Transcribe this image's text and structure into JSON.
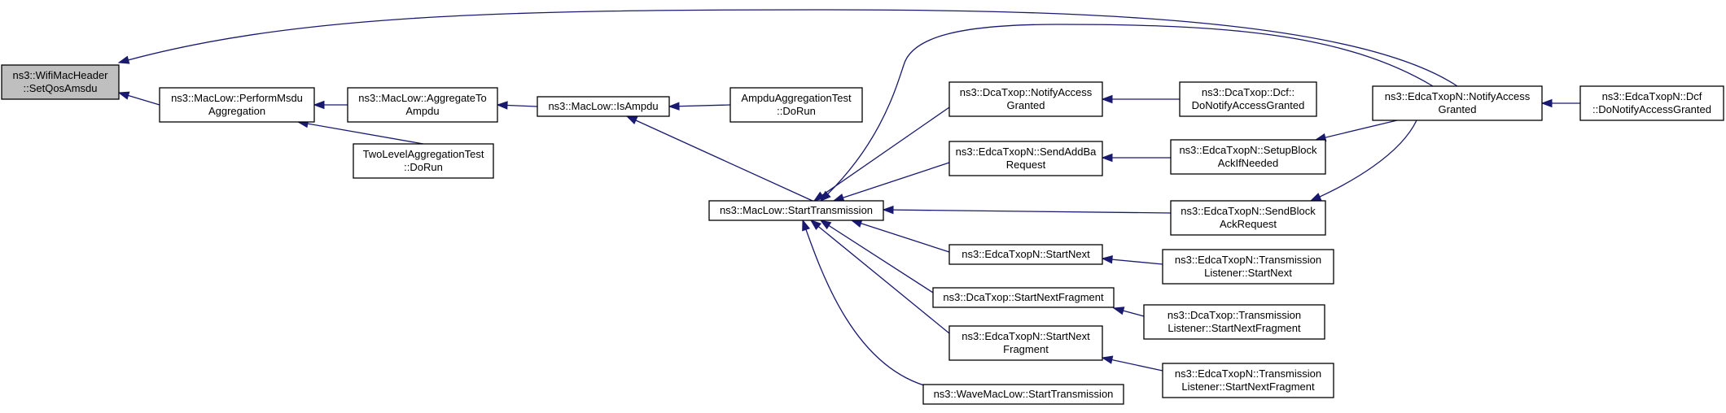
{
  "graph": {
    "nodes": [
      {
        "id": "setqosamsdu",
        "lines": [
          "ns3::WifiMacHeader",
          "::SetQosAmsdu"
        ],
        "root": true
      },
      {
        "id": "performmsdu",
        "lines": [
          "ns3::MacLow::PerformMsdu",
          "Aggregation"
        ]
      },
      {
        "id": "aggregatetoampdu",
        "lines": [
          "ns3::MacLow::AggregateTo",
          "Ampdu"
        ]
      },
      {
        "id": "twolevel",
        "lines": [
          "TwoLevelAggregationTest",
          "::DoRun"
        ]
      },
      {
        "id": "isampdu",
        "lines": [
          "ns3::MacLow::IsAmpdu"
        ]
      },
      {
        "id": "ampduagg",
        "lines": [
          "AmpduAggregationTest",
          "::DoRun"
        ]
      },
      {
        "id": "starttransmission",
        "lines": [
          "ns3::MacLow::StartTransmission"
        ]
      },
      {
        "id": "dcanotify",
        "lines": [
          "ns3::DcaTxop::NotifyAccess",
          "Granted"
        ]
      },
      {
        "id": "dcadcf",
        "lines": [
          "ns3::DcaTxop::Dcf::",
          "DoNotifyAccessGranted"
        ]
      },
      {
        "id": "edcanotify",
        "lines": [
          "ns3::EdcaTxopN::NotifyAccess",
          "Granted"
        ]
      },
      {
        "id": "edcadcf",
        "lines": [
          "ns3::EdcaTxopN::Dcf",
          "::DoNotifyAccessGranted"
        ]
      },
      {
        "id": "sendaddba",
        "lines": [
          "ns3::EdcaTxopN::SendAddBa",
          "Request"
        ]
      },
      {
        "id": "setupblock",
        "lines": [
          "ns3::EdcaTxopN::SetupBlock",
          "AckIfNeeded"
        ]
      },
      {
        "id": "sendblockack",
        "lines": [
          "ns3::EdcaTxopN::SendBlock",
          "AckRequest"
        ]
      },
      {
        "id": "startnext",
        "lines": [
          "ns3::EdcaTxopN::StartNext"
        ]
      },
      {
        "id": "edcalistenernext",
        "lines": [
          "ns3::EdcaTxopN::Transmission",
          "Listener::StartNext"
        ]
      },
      {
        "id": "dcastartnextfrag",
        "lines": [
          "ns3::DcaTxop::StartNextFragment"
        ]
      },
      {
        "id": "dcalistenerfrag",
        "lines": [
          "ns3::DcaTxop::Transmission",
          "Listener::StartNextFragment"
        ]
      },
      {
        "id": "edcastartnextfrag",
        "lines": [
          "ns3::EdcaTxopN::StartNext",
          "Fragment"
        ]
      },
      {
        "id": "edcalistenerfrag",
        "lines": [
          "ns3::EdcaTxopN::Transmission",
          "Listener::StartNextFragment"
        ]
      },
      {
        "id": "wavestarttx",
        "lines": [
          "ns3::WaveMacLow::StartTransmission"
        ]
      }
    ],
    "edges": [
      {
        "from": "performmsdu",
        "to": "setqosamsdu"
      },
      {
        "from": "edcanotify",
        "to": "setqosamsdu"
      },
      {
        "from": "aggregatetoampdu",
        "to": "performmsdu"
      },
      {
        "from": "twolevel",
        "to": "performmsdu"
      },
      {
        "from": "isampdu",
        "to": "aggregatetoampdu"
      },
      {
        "from": "ampduagg",
        "to": "isampdu"
      },
      {
        "from": "starttransmission",
        "to": "isampdu"
      },
      {
        "from": "dcanotify",
        "to": "starttransmission"
      },
      {
        "from": "sendaddba",
        "to": "starttransmission"
      },
      {
        "from": "sendblockack",
        "to": "starttransmission"
      },
      {
        "from": "startnext",
        "to": "starttransmission"
      },
      {
        "from": "dcastartnextfrag",
        "to": "starttransmission"
      },
      {
        "from": "edcastartnextfrag",
        "to": "starttransmission"
      },
      {
        "from": "wavestarttx",
        "to": "starttransmission"
      },
      {
        "from": "edcanotify",
        "to": "starttransmission"
      },
      {
        "from": "dcadcf",
        "to": "dcanotify"
      },
      {
        "from": "setupblock",
        "to": "sendaddba"
      },
      {
        "from": "edcanotify",
        "to": "setupblock"
      },
      {
        "from": "edcanotify",
        "to": "sendblockack"
      },
      {
        "from": "edcadcf",
        "to": "edcanotify"
      },
      {
        "from": "edcalistenernext",
        "to": "startnext"
      },
      {
        "from": "dcalistenerfrag",
        "to": "dcastartnextfrag"
      },
      {
        "from": "edcalistenerfrag",
        "to": "edcastartnextfrag"
      }
    ]
  }
}
